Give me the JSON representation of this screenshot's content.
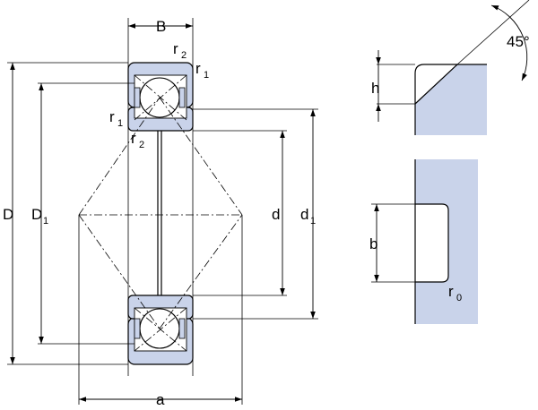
{
  "colors": {
    "fill": "#c9d3ea",
    "stroke": "#000000",
    "background": "#ffffff"
  },
  "labels": {
    "B": "B",
    "D": "D",
    "D1": "D",
    "D1_sub": "1",
    "d": "d",
    "d1": "d",
    "d1_sub": "1",
    "a": "a",
    "h": "h",
    "b": "b",
    "angle": "45°",
    "r": "r",
    "r0": "r",
    "r0_sub": "0",
    "one": "1",
    "two": "2"
  }
}
